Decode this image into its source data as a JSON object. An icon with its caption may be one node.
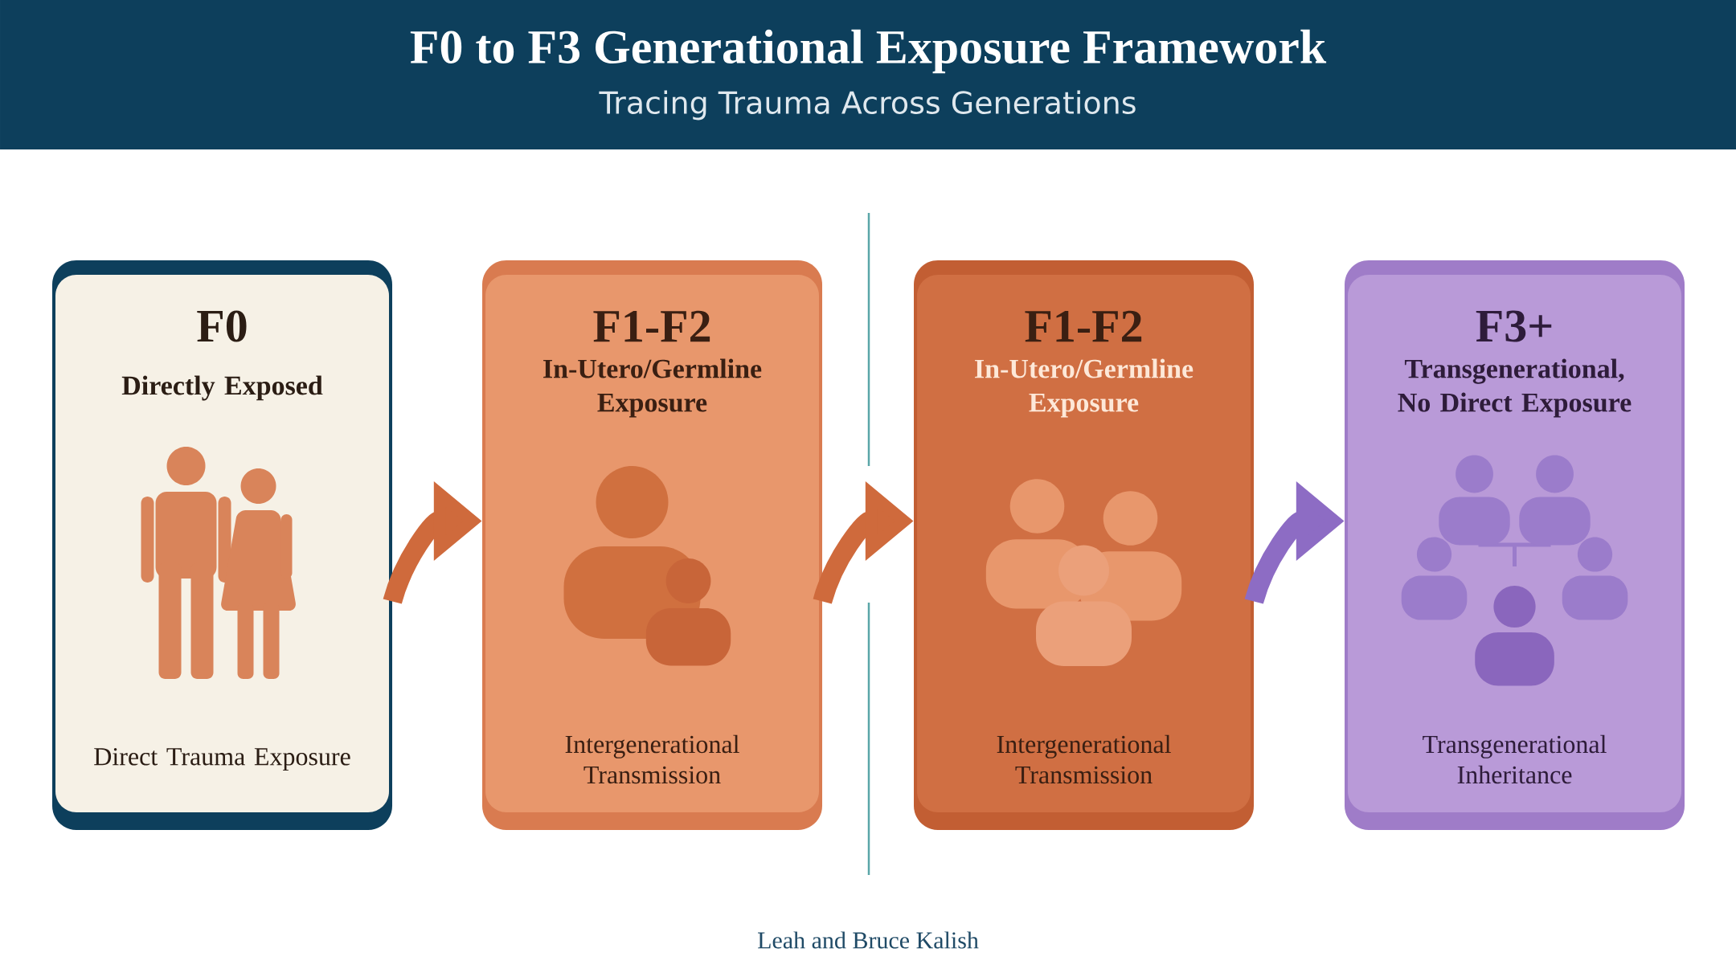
{
  "diagram": {
    "title": "F0 to F3 Generational Exposure Framework",
    "nodes": [
      {
        "text": [
          "F0",
          "Directly Exposed",
          "Direct Trauma Exposure"
        ]
      },
      {
        "text": [
          "F1-F2",
          "In-Utero/Germline Exposure",
          "Intergenerational Transmission"
        ]
      },
      {
        "text": [
          "F1-F2",
          "In-Utero/Germline Exposure",
          "Intergenerational Transmission"
        ]
      },
      {
        "text": [
          "F3+",
          "Transgenerational, No Direct Exposure",
          "Transgenerational Inheritance"
        ]
      }
    ],
    "edges": [
      {
        "from": 0,
        "to": 1,
        "arrow": "to"
      },
      {
        "from": 1,
        "to": 2,
        "arrow": "to"
      },
      {
        "from": 2,
        "to": 3,
        "arrow": "to",
        "color": "#8d6cc4"
      }
    ],
    "labels": [
      "Tracing Trauma Across Generations",
      "Leah and Bruce Kalish"
    ]
  }
}
